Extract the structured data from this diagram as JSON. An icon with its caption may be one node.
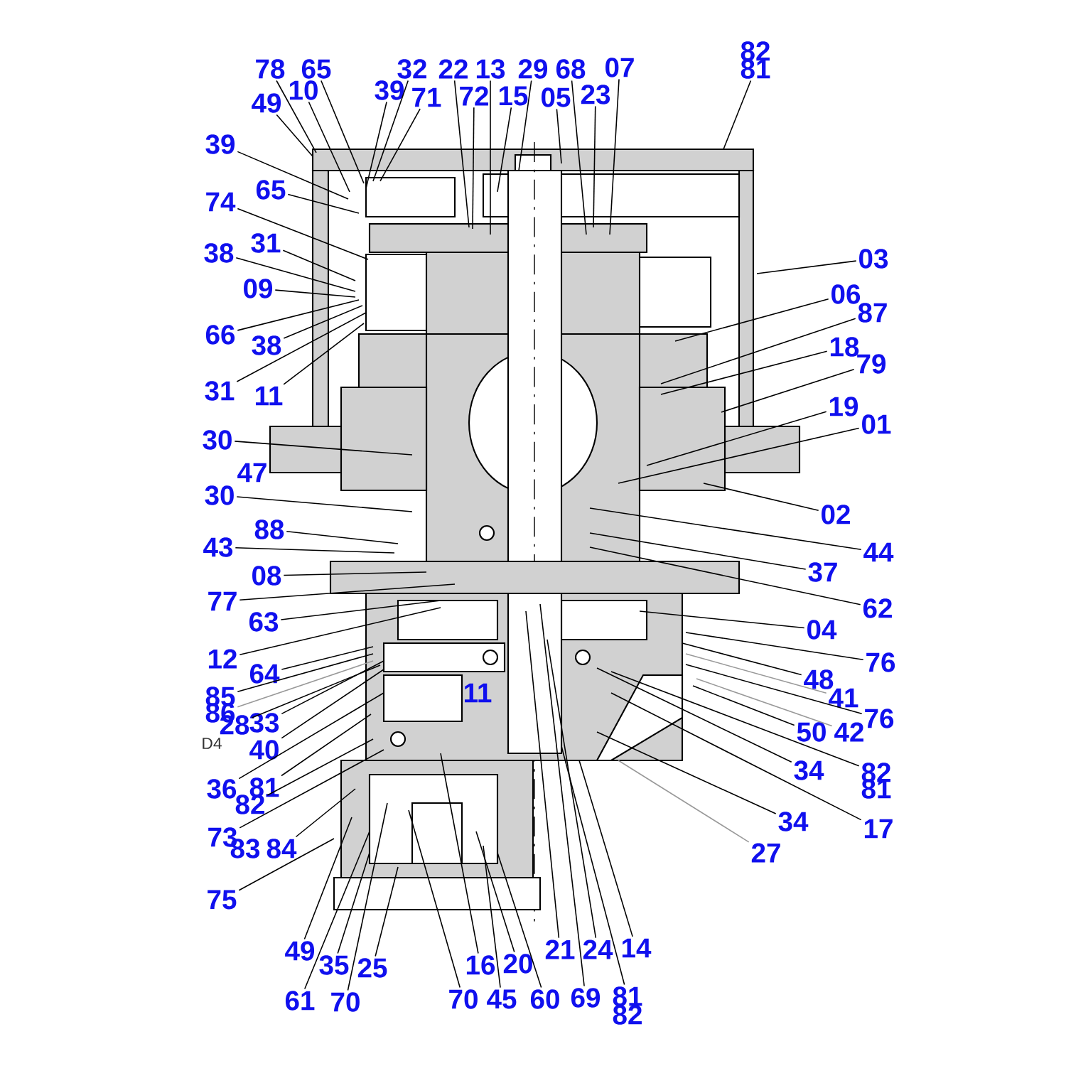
{
  "diagram": {
    "nodes": [
      {
        "text": [
          "78"
        ]
      },
      {
        "text": [
          "65"
        ]
      },
      {
        "text": [
          "49"
        ]
      },
      {
        "text": [
          "10"
        ]
      },
      {
        "text": [
          "32"
        ]
      },
      {
        "text": [
          "39"
        ]
      },
      {
        "text": [
          "71"
        ]
      },
      {
        "text": [
          "22"
        ]
      },
      {
        "text": [
          "72"
        ]
      },
      {
        "text": [
          "13"
        ]
      },
      {
        "text": [
          "15"
        ]
      },
      {
        "text": [
          "29"
        ]
      },
      {
        "text": [
          "05"
        ]
      },
      {
        "text": [
          "68"
        ]
      },
      {
        "text": [
          "23"
        ]
      },
      {
        "text": [
          "07"
        ]
      },
      {
        "text": [
          "82"
        ]
      },
      {
        "text": [
          "81"
        ]
      },
      {
        "text": [
          "39"
        ]
      },
      {
        "text": [
          "65"
        ]
      },
      {
        "text": [
          "74"
        ]
      },
      {
        "text": [
          "31"
        ]
      },
      {
        "text": [
          "38"
        ]
      },
      {
        "text": [
          "09"
        ]
      },
      {
        "text": [
          "66"
        ]
      },
      {
        "text": [
          "38"
        ]
      },
      {
        "text": [
          "31"
        ]
      },
      {
        "text": [
          "11"
        ]
      },
      {
        "text": [
          "30"
        ]
      },
      {
        "text": [
          "30"
        ]
      },
      {
        "text": [
          "88"
        ]
      },
      {
        "text": [
          "43"
        ]
      },
      {
        "text": [
          "08"
        ]
      },
      {
        "text": [
          "77"
        ]
      },
      {
        "text": [
          "63"
        ]
      },
      {
        "text": [
          "12"
        ]
      },
      {
        "text": [
          "64"
        ]
      },
      {
        "text": [
          "85"
        ]
      },
      {
        "text": [
          "86"
        ]
      },
      {
        "text": [
          "28"
        ]
      },
      {
        "text": [
          "33"
        ]
      },
      {
        "text": [
          "40"
        ]
      },
      {
        "text": [
          "36"
        ]
      },
      {
        "text": [
          "81"
        ]
      },
      {
        "text": [
          "82"
        ]
      },
      {
        "text": [
          "73"
        ]
      },
      {
        "text": [
          "83"
        ]
      },
      {
        "text": [
          "84"
        ]
      },
      {
        "text": [
          "75"
        ]
      },
      {
        "text": [
          "03"
        ]
      },
      {
        "text": [
          "06"
        ]
      },
      {
        "text": [
          "87"
        ]
      },
      {
        "text": [
          "18"
        ]
      },
      {
        "text": [
          "79"
        ]
      },
      {
        "text": [
          "19"
        ]
      },
      {
        "text": [
          "01"
        ]
      },
      {
        "text": [
          "02"
        ]
      },
      {
        "text": [
          "44"
        ]
      },
      {
        "text": [
          "37"
        ]
      },
      {
        "text": [
          "62"
        ]
      },
      {
        "text": [
          "04"
        ]
      },
      {
        "text": [
          "76"
        ]
      },
      {
        "text": [
          "48"
        ]
      },
      {
        "text": [
          "41"
        ]
      },
      {
        "text": [
          "76"
        ]
      },
      {
        "text": [
          "50"
        ]
      },
      {
        "text": [
          "42"
        ]
      },
      {
        "text": [
          "34"
        ]
      },
      {
        "text": [
          "82"
        ]
      },
      {
        "text": [
          "81"
        ]
      },
      {
        "text": [
          "34"
        ]
      },
      {
        "text": [
          "17"
        ]
      },
      {
        "text": [
          "27"
        ]
      },
      {
        "text": [
          "49"
        ]
      },
      {
        "text": [
          "35"
        ]
      },
      {
        "text": [
          "25"
        ]
      },
      {
        "text": [
          "61"
        ]
      },
      {
        "text": [
          "70"
        ]
      },
      {
        "text": [
          "16"
        ]
      },
      {
        "text": [
          "20"
        ]
      },
      {
        "text": [
          "70"
        ]
      },
      {
        "text": [
          "45"
        ]
      },
      {
        "text": [
          "60"
        ]
      },
      {
        "text": [
          "21"
        ]
      },
      {
        "text": [
          "24"
        ]
      },
      {
        "text": [
          "14"
        ]
      },
      {
        "text": [
          "69"
        ]
      },
      {
        "text": [
          "81"
        ]
      },
      {
        "text": [
          "82"
        ]
      }
    ],
    "edges": [
      {
        "from": 0,
        "to": null,
        "arrow": "none"
      },
      {
        "from": 1,
        "to": null,
        "arrow": "none"
      },
      {
        "from": 2,
        "to": null,
        "arrow": "none"
      },
      {
        "from": 3,
        "to": null,
        "arrow": "none"
      },
      {
        "from": 4,
        "to": null,
        "arrow": "none"
      },
      {
        "from": 5,
        "to": null,
        "arrow": "none"
      },
      {
        "from": 6,
        "to": null,
        "arrow": "none"
      },
      {
        "from": 7,
        "to": null,
        "arrow": "none"
      },
      {
        "from": 8,
        "to": null,
        "arrow": "none"
      },
      {
        "from": 9,
        "to": null,
        "arrow": "none"
      },
      {
        "from": 10,
        "to": null,
        "arrow": "none"
      },
      {
        "from": 11,
        "to": null,
        "arrow": "none"
      },
      {
        "from": 12,
        "to": null,
        "arrow": "none"
      },
      {
        "from": 13,
        "to": null,
        "arrow": "none"
      },
      {
        "from": 14,
        "to": null,
        "arrow": "none"
      },
      {
        "from": 15,
        "to": null,
        "arrow": "none"
      },
      {
        "from": 17,
        "to": null,
        "arrow": "none"
      },
      {
        "from": 18,
        "to": null,
        "arrow": "none"
      },
      {
        "from": 19,
        "to": null,
        "arrow": "none"
      },
      {
        "from": 20,
        "to": null,
        "arrow": "none"
      },
      {
        "from": 21,
        "to": null,
        "arrow": "none"
      },
      {
        "from": 22,
        "to": null,
        "arrow": "none"
      },
      {
        "from": 23,
        "to": null,
        "arrow": "none"
      },
      {
        "from": 24,
        "to": null,
        "arrow": "none"
      },
      {
        "from": 25,
        "to": null,
        "arrow": "none"
      },
      {
        "from": 26,
        "to": null,
        "arrow": "none"
      },
      {
        "from": 27,
        "to": null,
        "arrow": "none"
      },
      {
        "from": 28,
        "to": null,
        "arrow": "none"
      },
      {
        "from": 29,
        "to": null,
        "arrow": "none"
      },
      {
        "from": 30,
        "to": null,
        "arrow": "none"
      },
      {
        "from": 31,
        "to": null,
        "arrow": "none"
      },
      {
        "from": 32,
        "to": null,
        "arrow": "none"
      },
      {
        "from": 33,
        "to": null,
        "arrow": "none"
      },
      {
        "from": 34,
        "to": null,
        "arrow": "none"
      },
      {
        "from": 35,
        "to": null,
        "arrow": "none"
      },
      {
        "from": 36,
        "to": null,
        "arrow": "none"
      },
      {
        "from": 37,
        "to": null,
        "arrow": "none"
      },
      {
        "from": 38,
        "to": null,
        "arrow": "none",
        "color": "#999999"
      },
      {
        "from": 39,
        "to": null,
        "arrow": "none"
      },
      {
        "from": 40,
        "to": null,
        "arrow": "none"
      },
      {
        "from": 41,
        "to": null,
        "arrow": "none"
      },
      {
        "from": 42,
        "to": null,
        "arrow": "none"
      },
      {
        "from": 43,
        "to": null,
        "arrow": "none"
      },
      {
        "from": 44,
        "to": null,
        "arrow": "none"
      },
      {
        "from": 45,
        "to": null,
        "arrow": "none"
      },
      {
        "from": 47,
        "to": null,
        "arrow": "none"
      },
      {
        "from": 48,
        "to": null,
        "arrow": "none"
      },
      {
        "from": 49,
        "to": null,
        "arrow": "none"
      },
      {
        "from": 50,
        "to": null,
        "arrow": "none"
      },
      {
        "from": 51,
        "to": null,
        "arrow": "none"
      },
      {
        "from": 52,
        "to": null,
        "arrow": "none"
      },
      {
        "from": 53,
        "to": null,
        "arrow": "none"
      },
      {
        "from": 54,
        "to": null,
        "arrow": "none"
      },
      {
        "from": 55,
        "to": null,
        "arrow": "none"
      },
      {
        "from": 56,
        "to": null,
        "arrow": "none"
      },
      {
        "from": 57,
        "to": null,
        "arrow": "none"
      },
      {
        "from": 58,
        "to": null,
        "arrow": "none"
      },
      {
        "from": 59,
        "to": null,
        "arrow": "none"
      },
      {
        "from": 60,
        "to": null,
        "arrow": "none"
      },
      {
        "from": 61,
        "to": null,
        "arrow": "none"
      },
      {
        "from": 62,
        "to": null,
        "arrow": "none"
      },
      {
        "from": 63,
        "to": null,
        "arrow": "none",
        "color": "#999999"
      },
      {
        "from": 64,
        "to": null,
        "arrow": "none"
      },
      {
        "from": 65,
        "to": null,
        "arrow": "none"
      },
      {
        "from": 66,
        "to": null,
        "arrow": "none",
        "color": "#999999"
      },
      {
        "from": 67,
        "to": null,
        "arrow": "none"
      },
      {
        "from": 68,
        "to": null,
        "arrow": "none"
      },
      {
        "from": 70,
        "to": null,
        "arrow": "none"
      },
      {
        "from": 71,
        "to": null,
        "arrow": "none"
      },
      {
        "from": 72,
        "to": null,
        "arrow": "none",
        "color": "#999999"
      },
      {
        "from": 73,
        "to": null,
        "arrow": "none"
      },
      {
        "from": 74,
        "to": null,
        "arrow": "none"
      },
      {
        "from": 75,
        "to": null,
        "arrow": "none"
      },
      {
        "from": 76,
        "to": null,
        "arrow": "none"
      },
      {
        "from": 77,
        "to": null,
        "arrow": "none"
      },
      {
        "from": 78,
        "to": null,
        "arrow": "none"
      },
      {
        "from": 79,
        "to": null,
        "arrow": "none"
      },
      {
        "from": 80,
        "to": null,
        "arrow": "none"
      },
      {
        "from": 81,
        "to": null,
        "arrow": "none"
      },
      {
        "from": 82,
        "to": null,
        "arrow": "none"
      },
      {
        "from": 83,
        "to": null,
        "arrow": "none"
      },
      {
        "from": 84,
        "to": null,
        "arrow": "none"
      },
      {
        "from": 85,
        "to": null,
        "arrow": "none"
      },
      {
        "from": 86,
        "to": null,
        "arrow": "none"
      },
      {
        "from": 87,
        "to": null,
        "arrow": "none"
      }
    ],
    "labels": [
      "47",
      "D4",
      "11"
    ]
  }
}
